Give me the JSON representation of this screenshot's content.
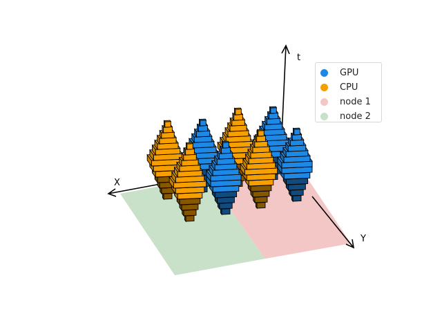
{
  "chart_data": {
    "type": "3d-bar-stack",
    "title": "",
    "axes": {
      "x_label": "X",
      "y_label": "Y",
      "t_label": "t"
    },
    "legend": {
      "placement": "top-right",
      "entries": [
        {
          "key": "gpu",
          "label": "GPU",
          "color": "#1e88e5"
        },
        {
          "key": "cpu",
          "label": "CPU",
          "color": "#f59f00"
        },
        {
          "key": "node1",
          "label": "node 1",
          "color": "#f4c7c7"
        },
        {
          "key": "node2",
          "label": "node 2",
          "color": "#c9e0c9"
        }
      ]
    },
    "regions": [
      {
        "key": "node2",
        "x_range": [
          0,
          2
        ],
        "y_range": [
          0,
          4
        ]
      },
      {
        "key": "node1",
        "x_range": [
          2,
          4
        ],
        "y_range": [
          0,
          4
        ]
      }
    ],
    "stacks": [
      {
        "device": "cpu",
        "grid_x": 0,
        "grid_y": 0,
        "layers": 10,
        "max_width": 1.0
      },
      {
        "device": "gpu",
        "grid_x": 1,
        "grid_y": 0,
        "layers": 9,
        "max_width": 1.0
      },
      {
        "device": "cpu",
        "grid_x": 2,
        "grid_y": 0,
        "layers": 10,
        "max_width": 1.0
      },
      {
        "device": "gpu",
        "grid_x": 3,
        "grid_y": 0,
        "layers": 9,
        "max_width": 1.0
      },
      {
        "device": "cpu",
        "grid_x": 0,
        "grid_y": 1,
        "layers": 10,
        "max_width": 1.0
      },
      {
        "device": "gpu",
        "grid_x": 1,
        "grid_y": 1,
        "layers": 9,
        "max_width": 1.0
      },
      {
        "device": "cpu",
        "grid_x": 2,
        "grid_y": 1,
        "layers": 10,
        "max_width": 1.0
      },
      {
        "device": "gpu",
        "grid_x": 3,
        "grid_y": 1,
        "layers": 9,
        "max_width": 1.0
      }
    ]
  }
}
